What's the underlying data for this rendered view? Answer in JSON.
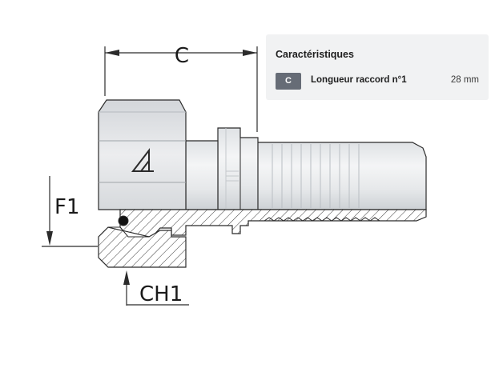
{
  "drawing": {
    "dimension_c": "C",
    "dimension_f1": "F1",
    "dimension_ch1": "CH1",
    "colors": {
      "outline": "#2b2b2b",
      "metal_light": "#eef0f2",
      "metal_mid": "#d9dcdf",
      "metal_dark": "#c4c8cc",
      "hatch": "#3a3a3a"
    }
  },
  "characteristics": {
    "title": "Caractéristiques",
    "rows": [
      {
        "badge": "C",
        "label": "Longueur raccord n°1",
        "value": "28 mm"
      }
    ]
  }
}
